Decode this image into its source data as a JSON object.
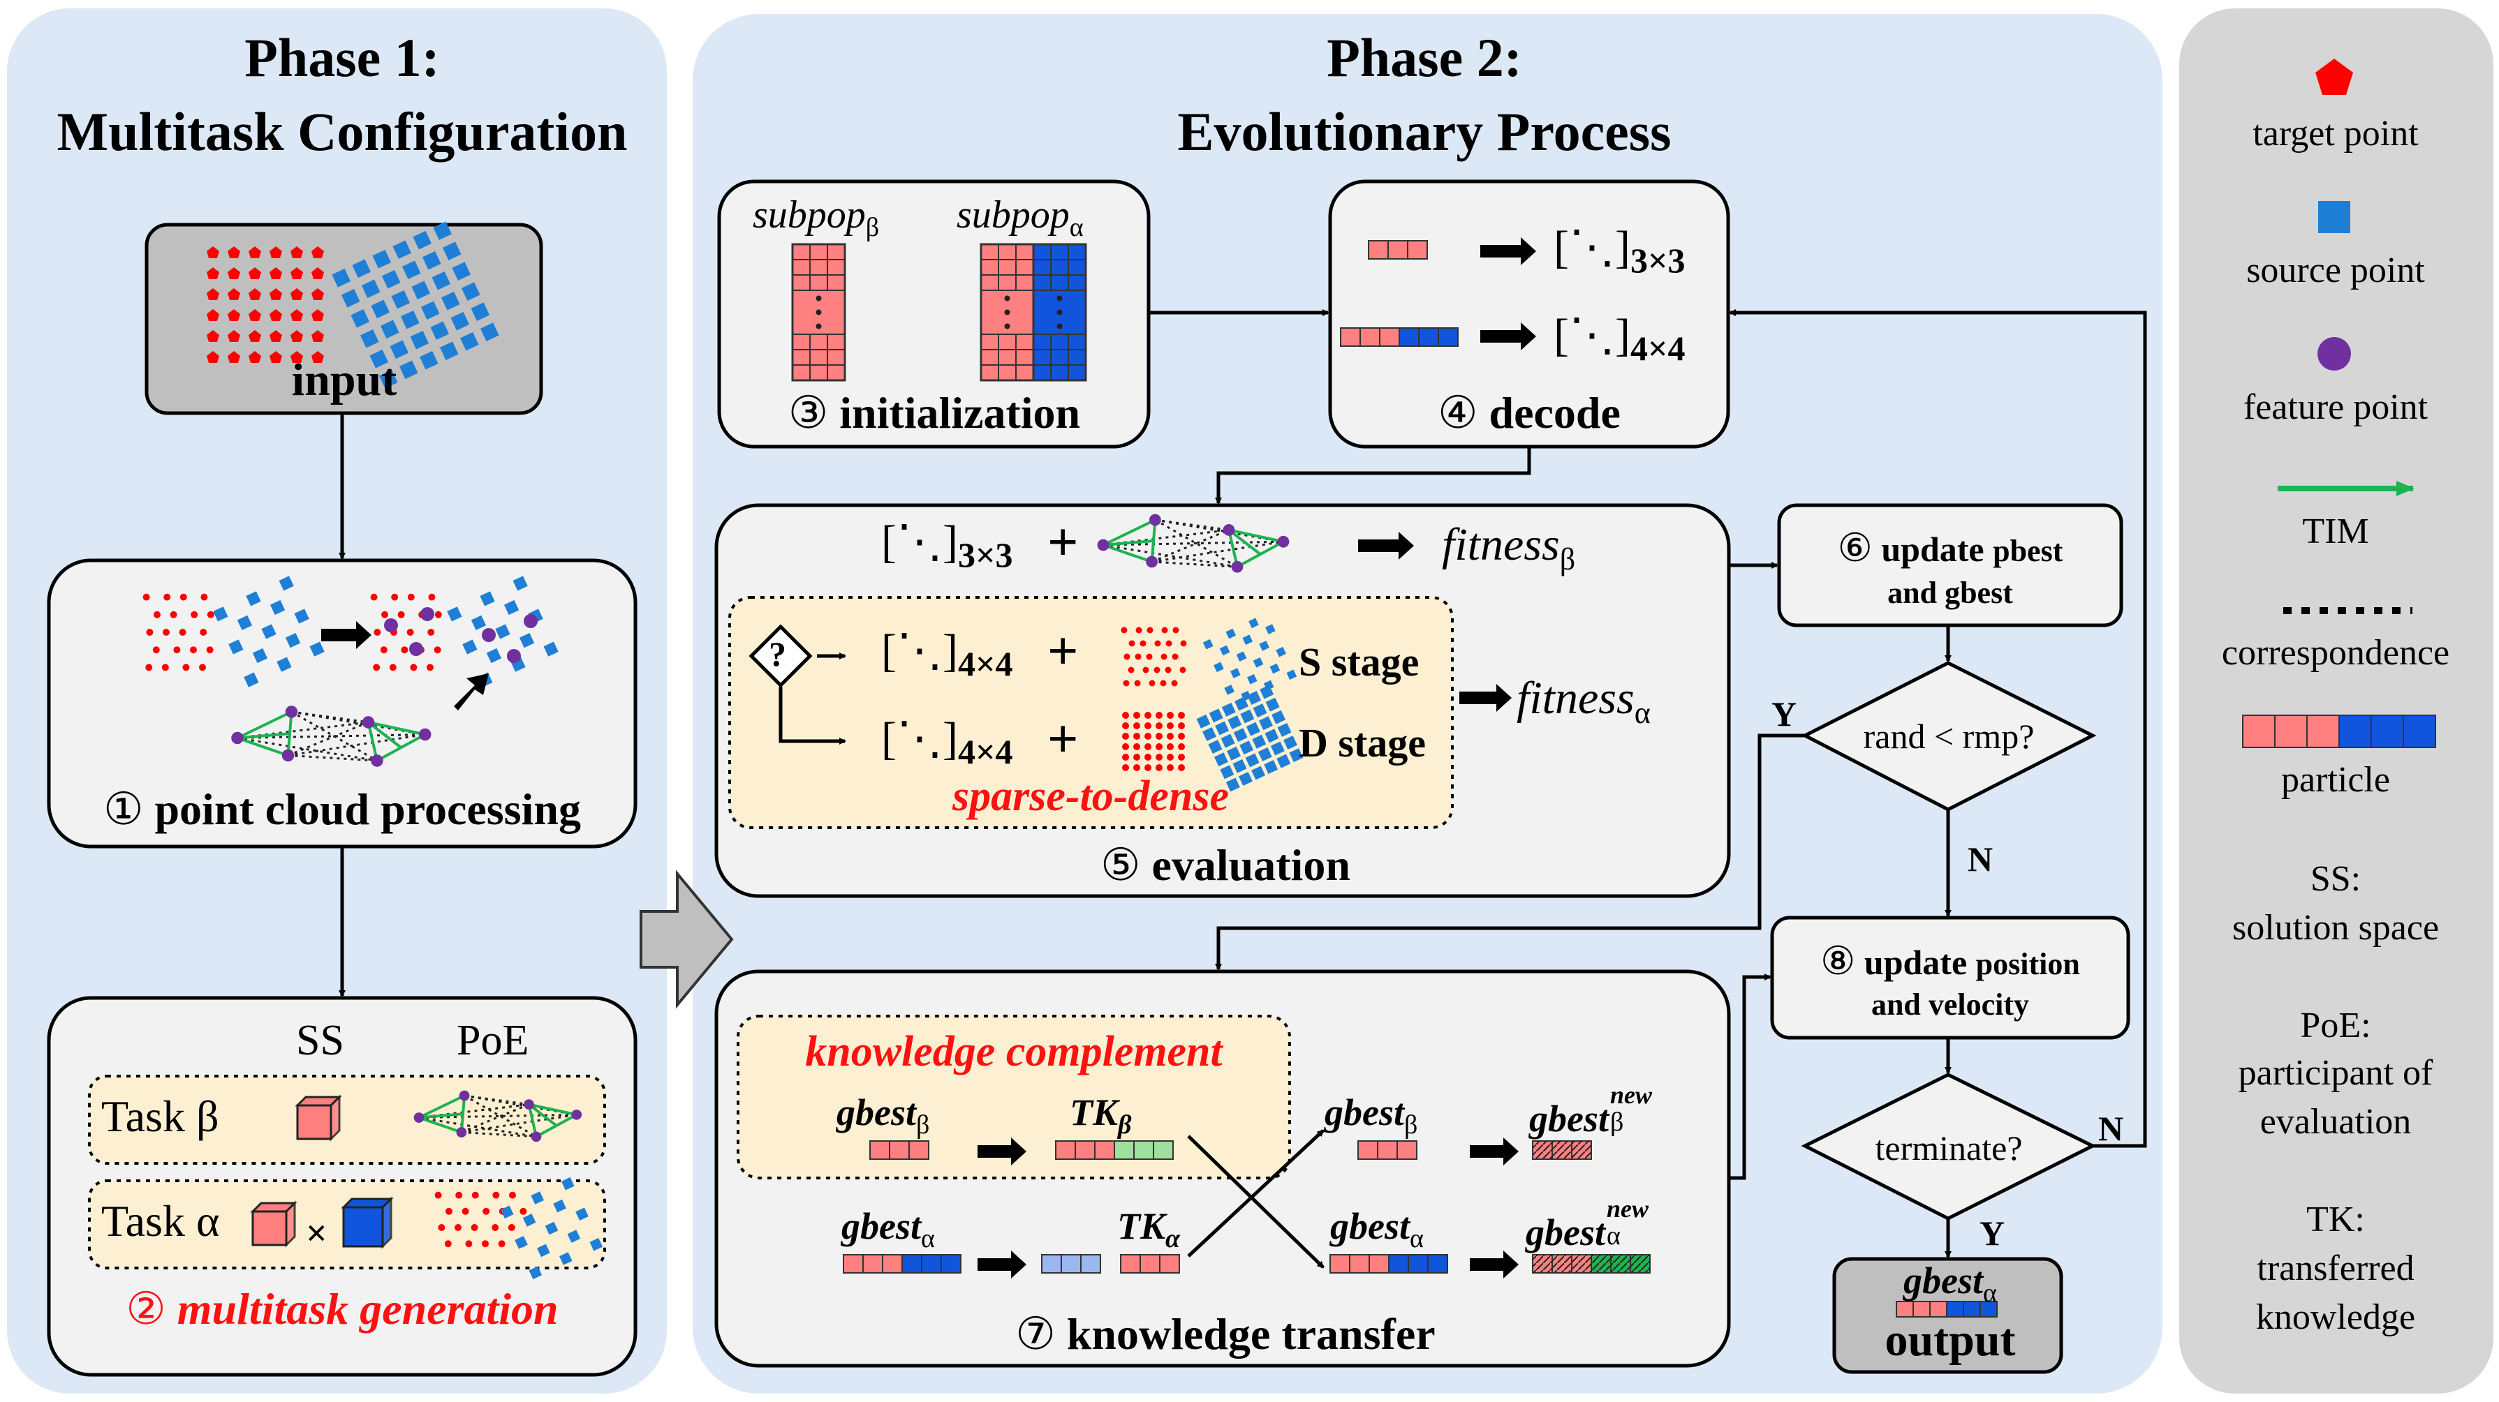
{
  "phase1": {
    "line1": "Phase 1:",
    "line2": "Multitask Configuration"
  },
  "phase2": {
    "line1": "Phase 2:",
    "line2": "Evolutionary Process"
  },
  "input": {
    "label": "input"
  },
  "step1": {
    "num": "①",
    "label": "point cloud processing"
  },
  "step2": {
    "num": "②",
    "label": "multitask generation",
    "col_ss": "SS",
    "col_poe": "PoE",
    "task_beta": "Task β",
    "task_alpha": "Task α",
    "times": "×"
  },
  "step3": {
    "num": "③",
    "label": "initialization",
    "subpop_beta": "subpop",
    "sub_beta": "β",
    "subpop_alpha": "subpop",
    "sub_alpha": "α"
  },
  "step4": {
    "num": "④",
    "label": "decode",
    "m1": "[⋱]",
    "m1_sub": "3×3",
    "m2": "[⋱]",
    "m2_sub": "4×4"
  },
  "step5": {
    "num": "⑤",
    "label": "evaluation",
    "m_beta": "[⋱]",
    "m_beta_sub": "3×3",
    "fit_beta": "fitness",
    "fit_beta_sub": "β",
    "m_s": "[⋱]",
    "m_s_sub": "4×4",
    "m_d": "[⋱]",
    "m_d_sub": "4×4",
    "s_stage": "S stage",
    "d_stage": "D stage",
    "fit_alpha": "fitness",
    "fit_alpha_sub": "α",
    "question": "?",
    "sparse_dense": "sparse-to-dense",
    "plus": "+"
  },
  "step6": {
    "num": "⑥",
    "line1": "update",
    "line1b": "pbest",
    "line2": "and gbest"
  },
  "decision1": {
    "label": "rand < rmp?",
    "yes": "Y",
    "no": "N"
  },
  "step7": {
    "num": "⑦",
    "label": "knowledge transfer",
    "kc": "knowledge complement",
    "gbest": "gbest",
    "tk": "TK",
    "sub_beta": "β",
    "sub_alpha": "α",
    "sup_new": "new"
  },
  "step8": {
    "num": "⑧",
    "line1": "update",
    "line1b": "position",
    "line2": "and velocity"
  },
  "decision2": {
    "label": "terminate?",
    "yes": "Y",
    "no": "N"
  },
  "output": {
    "gbest": "gbest",
    "sub": "α",
    "label": "output"
  },
  "legend": {
    "items": [
      {
        "icon": "target-point-icon",
        "label": "target point"
      },
      {
        "icon": "source-point-icon",
        "label": "source point"
      },
      {
        "icon": "feature-point-icon",
        "label": "feature point"
      },
      {
        "icon": "tim-arrow-icon",
        "label": "TIM"
      },
      {
        "icon": "correspondence-icon",
        "label": "correspondence"
      },
      {
        "icon": "particle-icon",
        "label": "particle"
      }
    ],
    "abbrev": [
      {
        "line1": "SS:",
        "line2": "solution space"
      },
      {
        "line1": "PoE:",
        "line2": "participant of",
        "line3": "evaluation"
      },
      {
        "line1": "TK:",
        "line2": "transferred",
        "line3": "knowledge"
      }
    ]
  },
  "colors": {
    "panel_bg": "#dce8f5",
    "legend_bg": "#d6d6d6",
    "box_bg": "#f2f2f2",
    "input_bg": "#bfbfbf",
    "highlight_bg": "#fdf0d2",
    "red": "#ff0000",
    "blue": "#1f7fd6",
    "purple": "#7030a0",
    "green": "#1db34f",
    "particle_red": "#ff8080",
    "particle_blue": "#1155dd"
  }
}
